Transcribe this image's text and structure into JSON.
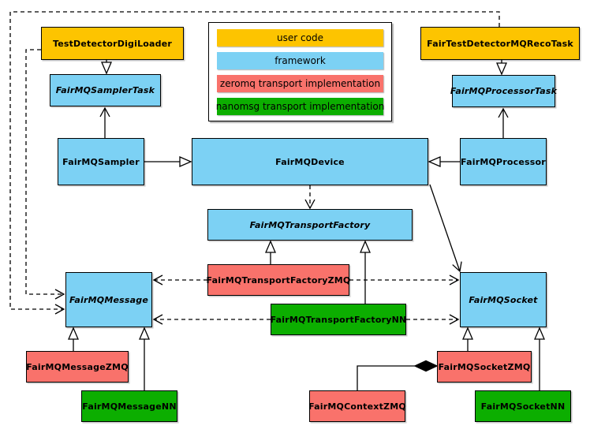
{
  "palette": {
    "user_code": "#fdc400",
    "framework": "#7cd1f4",
    "zeromq": "#f9726b",
    "nanomsg": "#0cae00"
  },
  "legend": {
    "items": [
      {
        "label": "user code",
        "color": "#fdc400"
      },
      {
        "label": "framework",
        "color": "#7cd1f4"
      },
      {
        "label": "zeromq transport implementation",
        "color": "#f9726b"
      },
      {
        "label": "nanomsg transport implementation",
        "color": "#0cae00"
      }
    ]
  },
  "nodes": {
    "test_detector_digi_loader": {
      "label": "TestDetectorDigiLoader",
      "category": "user code",
      "abstract": false
    },
    "fair_test_detector_mq_reco_task": {
      "label": "FairTestDetectorMQRecoTask",
      "category": "user code",
      "abstract": false
    },
    "fairmq_sampler_task": {
      "label": "FairMQSamplerTask",
      "category": "framework",
      "abstract": true
    },
    "fairmq_processor_task": {
      "label": "FairMQProcessorTask",
      "category": "framework",
      "abstract": true
    },
    "fairmq_sampler": {
      "label": "FairMQSampler",
      "category": "framework",
      "abstract": false
    },
    "fairmq_device": {
      "label": "FairMQDevice",
      "category": "framework",
      "abstract": false
    },
    "fairmq_processor": {
      "label": "FairMQProcessor",
      "category": "framework",
      "abstract": false
    },
    "fairmq_transport_factory": {
      "label": "FairMQTransportFactory",
      "category": "framework",
      "abstract": true
    },
    "fairmq_transport_factory_zmq": {
      "label": "FairMQTransportFactoryZMQ",
      "category": "zeromq transport implementation",
      "abstract": false
    },
    "fairmq_transport_factory_nn": {
      "label": "FairMQTransportFactoryNN",
      "category": "nanomsg transport implementation",
      "abstract": false
    },
    "fairmq_message": {
      "label": "FairMQMessage",
      "category": "framework",
      "abstract": true
    },
    "fairmq_socket": {
      "label": "FairMQSocket",
      "category": "framework",
      "abstract": true
    },
    "fairmq_message_zmq": {
      "label": "FairMQMessageZMQ",
      "category": "zeromq transport implementation",
      "abstract": false
    },
    "fairmq_message_nn": {
      "label": "FairMQMessageNN",
      "category": "nanomsg transport implementation",
      "abstract": false
    },
    "fairmq_socket_zmq": {
      "label": "FairMQSocketZMQ",
      "category": "zeromq transport implementation",
      "abstract": false
    },
    "fairmq_context_zmq": {
      "label": "FairMQContextZMQ",
      "category": "zeromq transport implementation",
      "abstract": false
    },
    "fairmq_socket_nn": {
      "label": "FairMQSocketNN",
      "category": "nanomsg transport implementation",
      "abstract": false
    }
  },
  "edges": [
    {
      "from": "TestDetectorDigiLoader",
      "to": "FairMQSamplerTask",
      "type": "inheritance"
    },
    {
      "from": "FairTestDetectorMQRecoTask",
      "to": "FairMQProcessorTask",
      "type": "inheritance"
    },
    {
      "from": "FairMQSampler",
      "to": "FairMQDevice",
      "type": "inheritance"
    },
    {
      "from": "FairMQProcessor",
      "to": "FairMQDevice",
      "type": "inheritance"
    },
    {
      "from": "FairMQTransportFactoryZMQ",
      "to": "FairMQTransportFactory",
      "type": "inheritance"
    },
    {
      "from": "FairMQTransportFactoryNN",
      "to": "FairMQTransportFactory",
      "type": "inheritance"
    },
    {
      "from": "FairMQMessageZMQ",
      "to": "FairMQMessage",
      "type": "inheritance"
    },
    {
      "from": "FairMQMessageNN",
      "to": "FairMQMessage",
      "type": "inheritance"
    },
    {
      "from": "FairMQSocketZMQ",
      "to": "FairMQSocket",
      "type": "inheritance"
    },
    {
      "from": "FairMQSocketNN",
      "to": "FairMQSocket",
      "type": "inheritance"
    },
    {
      "from": "FairMQSampler",
      "to": "FairMQSamplerTask",
      "type": "association"
    },
    {
      "from": "FairMQProcessor",
      "to": "FairMQProcessorTask",
      "type": "association"
    },
    {
      "from": "FairMQDevice",
      "to": "FairMQSocket",
      "type": "association"
    },
    {
      "from": "FairMQDevice",
      "to": "FairMQTransportFactory",
      "type": "dashed-dependency"
    },
    {
      "from": "FairMQTransportFactoryZMQ",
      "to": "FairMQMessage",
      "type": "dashed-dependency"
    },
    {
      "from": "FairMQTransportFactoryNN",
      "to": "FairMQMessage",
      "type": "dashed-dependency"
    },
    {
      "from": "FairMQTransportFactoryZMQ",
      "to": "FairMQSocket",
      "type": "dashed-dependency"
    },
    {
      "from": "FairMQTransportFactoryNN",
      "to": "FairMQSocket",
      "type": "dashed-dependency"
    },
    {
      "from": "TestDetectorDigiLoader",
      "to": "FairMQMessage",
      "type": "dashed-dependency"
    },
    {
      "from": "FairTestDetectorMQRecoTask",
      "to": "FairMQMessage",
      "type": "dashed-dependency"
    },
    {
      "from": "FairMQContextZMQ",
      "to": "FairMQSocketZMQ",
      "type": "composition"
    }
  ]
}
